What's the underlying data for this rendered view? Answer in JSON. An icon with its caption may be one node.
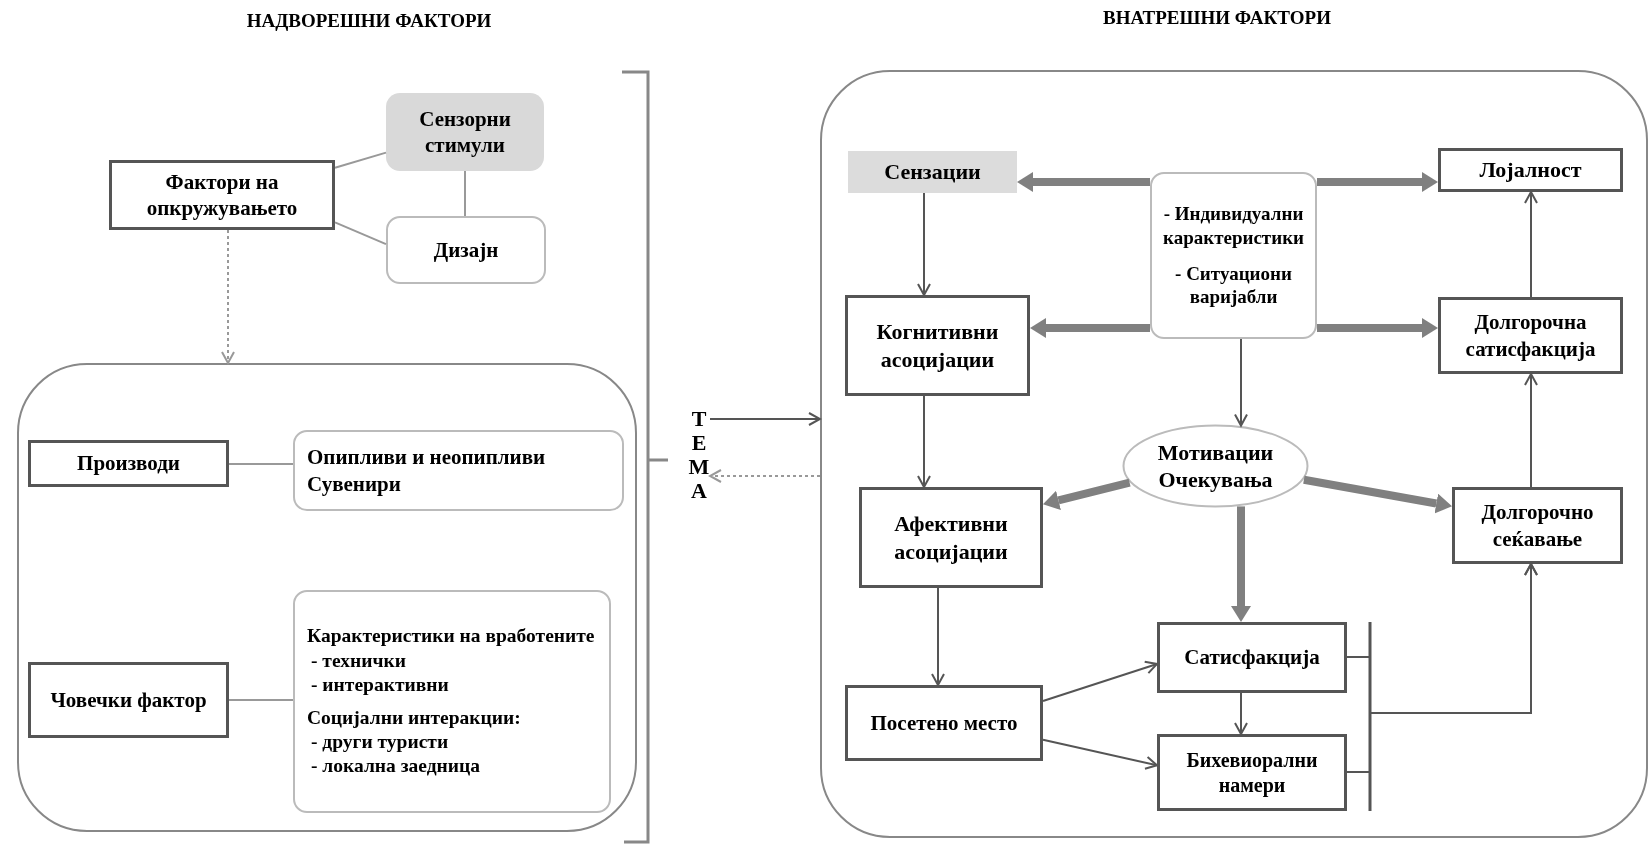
{
  "diagram": {
    "nodes": [
      {
        "text": [
          "Фактори на опкружувањето"
        ]
      },
      {
        "text": [
          "Сензорни стимули"
        ]
      },
      {
        "text": [
          "Дизајн"
        ]
      },
      {
        "text": [],
        "shape": "box"
      },
      {
        "text": [
          "Производи"
        ],
        "in": 3
      },
      {
        "text": [
          "Опипливи и неопипливи Сувенири"
        ],
        "in": 3
      },
      {
        "text": [
          "Човечки фактор"
        ],
        "in": 3
      },
      {
        "text": [
          "Карактеристики на вработените",
          "- технички",
          "- интерактивни",
          "Социјални интеракции:",
          "- други туристи",
          "- локална заедница"
        ],
        "in": 3
      },
      {
        "text": [
          "ТЕМА"
        ]
      },
      {
        "text": [],
        "shape": "box"
      },
      {
        "text": [
          "Сензации"
        ],
        "in": 9
      },
      {
        "text": [
          "Когнитивни асоцијации"
        ],
        "in": 9
      },
      {
        "text": [
          "Афективни асоцијации"
        ],
        "in": 9
      },
      {
        "text": [
          "Посетено место"
        ],
        "in": 9
      },
      {
        "text": [
          "- Индивидуални карактеристики",
          "- Ситуациони варијабли"
        ],
        "in": 9
      },
      {
        "text": [
          "Мотивации",
          "Очекувања"
        ],
        "in": 9
      },
      {
        "text": [
          "Сатисфакција"
        ],
        "in": 9
      },
      {
        "text": [
          "Бихевиорални намери"
        ],
        "in": 9
      },
      {
        "text": [
          "Лојалност"
        ],
        "in": 9
      },
      {
        "text": [
          "Долгорочна сатисфакција"
        ],
        "in": 9
      },
      {
        "text": [
          "Долгорочно сеќавање"
        ],
        "in": 9
      }
    ],
    "edges": [
      {
        "from": 0,
        "to": 1,
        "arrow": "none",
        "color": "#999999"
      },
      {
        "from": 0,
        "to": 2,
        "arrow": "none",
        "color": "#999999"
      },
      {
        "from": 1,
        "to": 2,
        "arrow": "none",
        "color": "#999999"
      },
      {
        "from": 0,
        "to": 3,
        "arrow": "to",
        "style": "dashed",
        "color": "#999999"
      },
      {
        "from": 4,
        "to": 5,
        "arrow": "none",
        "color": "#999999"
      },
      {
        "from": 6,
        "to": 7,
        "arrow": "none",
        "color": "#999999"
      },
      {
        "from": 8,
        "to": 9,
        "arrow": "to"
      },
      {
        "from": 9,
        "to": 8,
        "arrow": "to",
        "style": "dashed",
        "color": "#999999"
      },
      {
        "from": 10,
        "to": 11,
        "arrow": "to"
      },
      {
        "from": 11,
        "to": 12,
        "arrow": "to"
      },
      {
        "from": 12,
        "to": 13,
        "arrow": "to"
      },
      {
        "from": 13,
        "to": 16,
        "arrow": "to"
      },
      {
        "from": 13,
        "to": 17,
        "arrow": "to"
      },
      {
        "from": 16,
        "to": 17,
        "arrow": "to"
      },
      {
        "from": 14,
        "to": 15,
        "arrow": "to"
      },
      {
        "from": 15,
        "to": 16,
        "arrow": "to",
        "style": "thick",
        "color": "#808080"
      },
      {
        "from": 14,
        "to": 10,
        "arrow": "to",
        "style": "thick",
        "color": "#808080"
      },
      {
        "from": 14,
        "to": 11,
        "arrow": "to",
        "style": "thick",
        "color": "#808080"
      },
      {
        "from": 15,
        "to": 12,
        "arrow": "to",
        "style": "thick",
        "color": "#808080"
      },
      {
        "from": 14,
        "to": 18,
        "arrow": "to",
        "style": "thick",
        "color": "#808080"
      },
      {
        "from": 14,
        "to": 19,
        "arrow": "to",
        "style": "thick",
        "color": "#808080"
      },
      {
        "from": 15,
        "to": 20,
        "arrow": "to",
        "style": "thick",
        "color": "#808080"
      },
      {
        "from": 20,
        "to": 19,
        "arrow": "to"
      },
      {
        "from": 19,
        "to": 18,
        "arrow": "to"
      },
      {
        "from": 16,
        "to": 20,
        "arrow": "to"
      },
      {
        "from": 17,
        "to": 20,
        "arrow": "to"
      }
    ],
    "labels": [
      "НАДВОРЕШНИ ФАКТОРИ",
      "ВНАТРЕШНИ ФАКТОРИ"
    ]
  }
}
